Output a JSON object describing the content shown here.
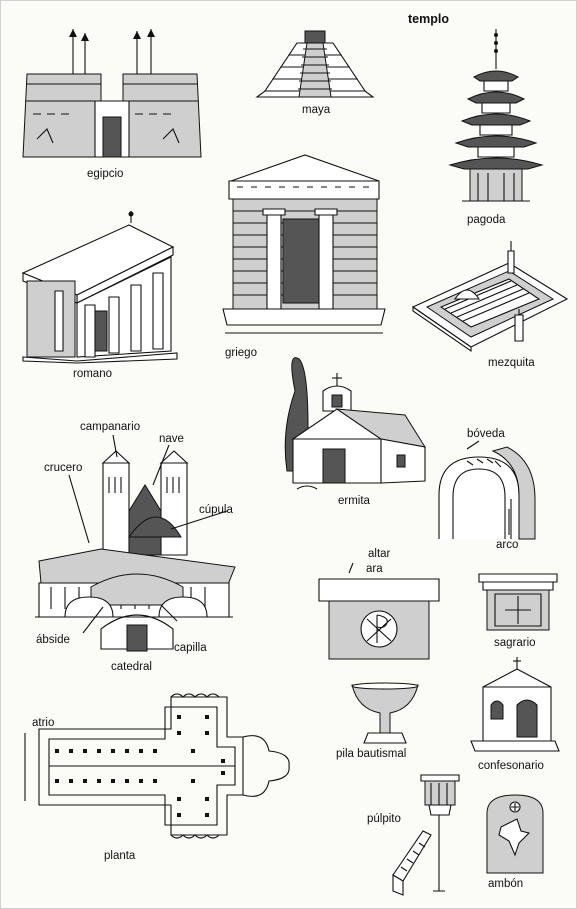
{
  "title": "templo",
  "labels": {
    "egipcio": "egipcio",
    "maya": "maya",
    "pagoda": "pagoda",
    "griego": "griego",
    "romano": "romano",
    "mezquita": "mezquita",
    "ermita": "ermita",
    "boveda": "bóveda",
    "arco": "arco",
    "campanario": "campanario",
    "nave": "nave",
    "crucero": "crucero",
    "cupula": "cúpula",
    "abside": "ábside",
    "capilla": "capilla",
    "catedral": "catedral",
    "altar": "altar",
    "ara": "ara",
    "sagrario": "sagrario",
    "pila_bautismal": "pila bautismal",
    "confesonario": "confesonario",
    "atrio": "atrio",
    "planta": "planta",
    "pulpito": "púlpito",
    "ambon": "ambón"
  }
}
